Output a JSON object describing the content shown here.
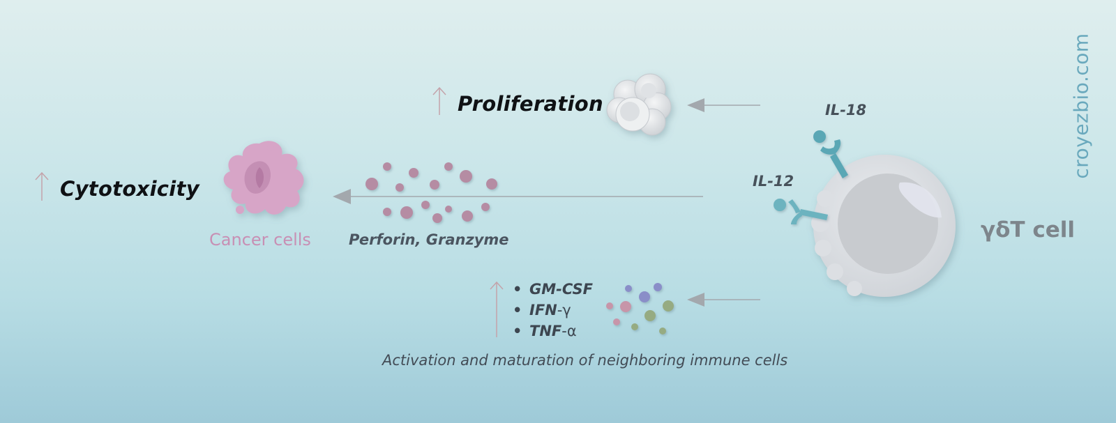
{
  "labels": {
    "cytotoxicity": "Cytotoxicity",
    "proliferation": "Proliferation",
    "cancer_cells": "Cancer cells",
    "perforin_granzyme": "Perforin, Granzyme",
    "il18": "IL-18",
    "il12": "IL-12",
    "tcell": "γδT cell",
    "caption": "Activation and maturation of neighboring immune cells"
  },
  "cytokines": [
    {
      "name": "GM-CSF",
      "suffix": ""
    },
    {
      "name": "IFN",
      "suffix": "-γ"
    },
    {
      "name": "TNF",
      "suffix": "-α"
    }
  ],
  "watermark": "croyezbio.com",
  "colors": {
    "cancer_cell": "#d6a3c6",
    "receptor": "#5aa7b5",
    "tcell_body": "#dde0e4",
    "arrow": "#a3a8ad",
    "up_arrow": "#c4a3aa",
    "watermark": "#6aa9bd"
  }
}
